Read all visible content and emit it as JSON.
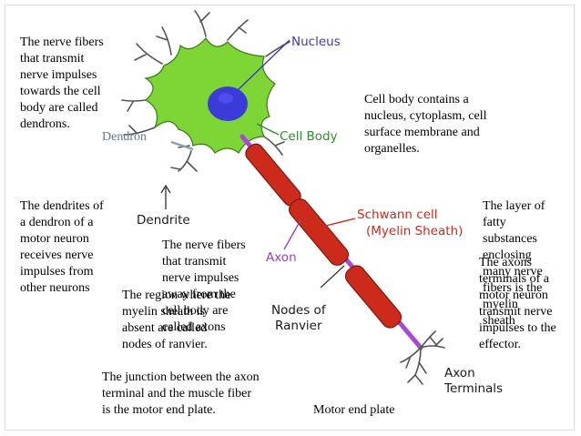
{
  "diagram": {
    "labels": {
      "nucleus": "Nucleus",
      "cell_body": "Cell Body",
      "dendrite": "Dendrite",
      "axon": "Axon",
      "schwann_cell": "Schwann cell",
      "myelin_sheath": "(Myelin Sheath)",
      "nodes_of_ranvier": "Nodes of\nRanvier",
      "axon_terminals": "Axon\nTerminals",
      "dendron_tag": "Dendron",
      "motor_end_plate": "Motor end plate"
    },
    "notes": {
      "dendrons": "The nerve fibers\nthat transmit\nnerve impulses\ntowards the cell\nbody are called\ndendrons.",
      "cell_body": "Cell body contains a\nnucleus, cytoplasm, cell\nsurface membrane and\norganelles.",
      "dendrites": "The dendrites of\na dendron of a\nmotor neuron\nreceives nerve\nimpulses from\nother neurons",
      "axons": "The nerve fibers\nthat transmit\nnerve impulses\naway from the\ncell body are\ncalled axons",
      "ranvier": "The region where the\nmyelin sheath is\nabsent are called\nnodes of ranvier.",
      "fatty_layer": "The layer of\nfatty\nsubstances\nenclosing\nmany nerve\nfibers is the\nmyelin\nsheath",
      "axon_terminals": "The axons\nterminals of a\nmotor neuron\ntransmit nerve\nimpulses to the\neffector.",
      "junction": "The junction between the axon\nterminal and the muscle fiber\nis the motor end plate."
    },
    "colors": {
      "cell_body": "#7ed636",
      "nucleus": "#3b3bd9",
      "myelin": "#cc2a1a",
      "axon": "#a84ad1",
      "nucleus_label": "#3a3ab8",
      "cell_body_label": "#2e8b2e",
      "schwann_label": "#cc2a1a",
      "axon_label": "#9b3fb3"
    }
  }
}
